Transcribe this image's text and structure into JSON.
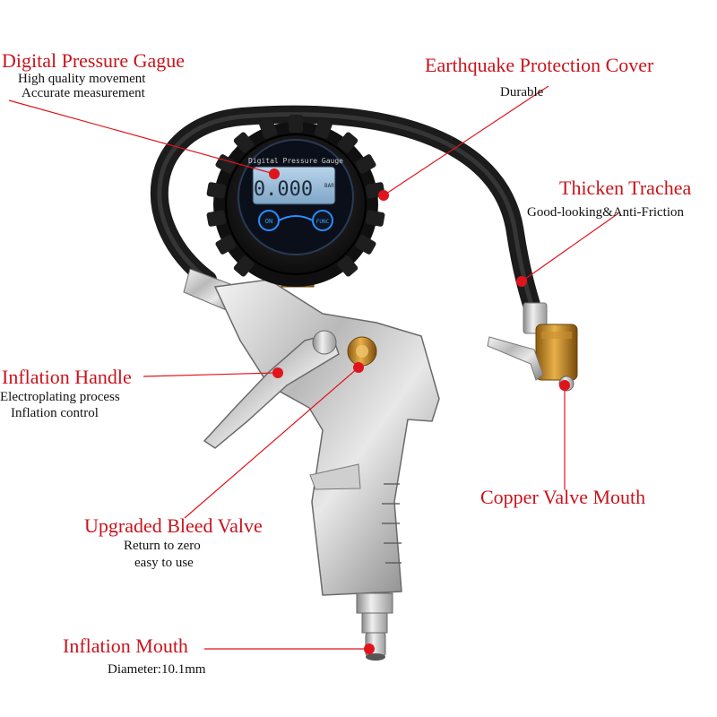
{
  "annotations": [
    {
      "id": "digital-pressure-gauge",
      "title": "Digital Pressure Gague",
      "details": [
        "High quality movement",
        "Accurate measurement"
      ]
    },
    {
      "id": "earthquake-protection-cover",
      "title": "Earthquake Protection Cover",
      "details": [
        "Durable"
      ]
    },
    {
      "id": "thicken-trachea",
      "title": "Thicken Trachea",
      "details": [
        "Good-looking&Anti-Friction"
      ]
    },
    {
      "id": "inflation-handle",
      "title": "Inflation Handle",
      "details": [
        "Electroplating process",
        "Inflation control"
      ]
    },
    {
      "id": "copper-valve-mouth",
      "title": "Copper Valve Mouth",
      "details": []
    },
    {
      "id": "upgraded-bleed-valve",
      "title": "Upgraded Bleed Valve",
      "details": [
        "Return to zero",
        "easy to use"
      ]
    },
    {
      "id": "inflation-mouth",
      "title": "Inflation Mouth",
      "details": [
        "Diameter:10.1mm"
      ]
    }
  ],
  "gauge": {
    "brand_text": "Digital Pressure Gauge",
    "lcd_reading": "0.000",
    "unit": "BAR",
    "on_button": "ON",
    "func_button": "FUNC"
  },
  "colors": {
    "title": "#c8141c",
    "leader": "#e0141c",
    "text": "#111111"
  }
}
